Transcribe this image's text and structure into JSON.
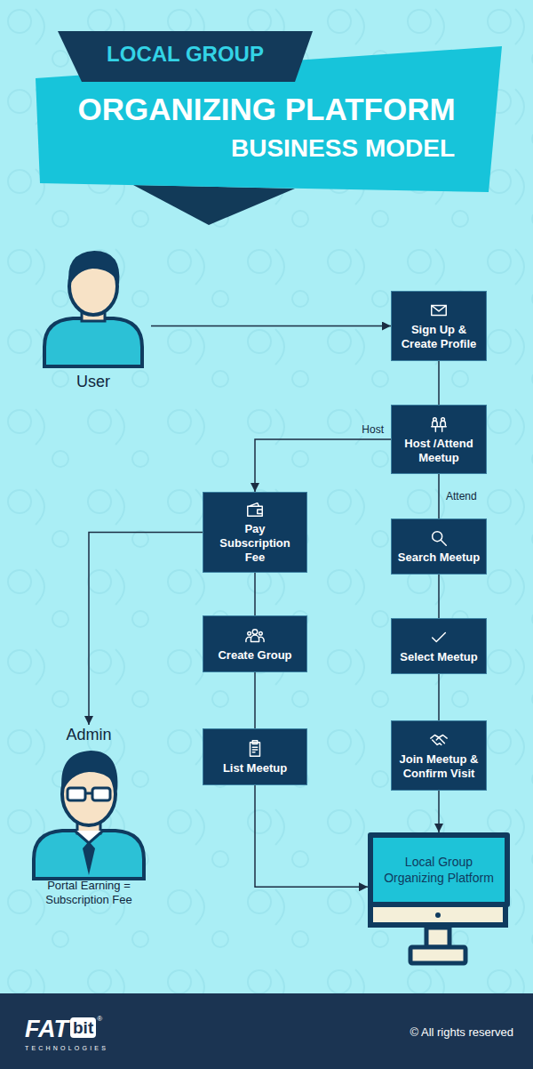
{
  "diagram": {
    "title": "ORGANIZING PLATFORM",
    "nodes": [
      {
        "text": [
          "User"
        ]
      },
      {
        "text": [
          "Sign Up & Create Profile"
        ]
      },
      {
        "text": [
          "Host /Attend Meetup"
        ]
      },
      {
        "text": [
          "Pay Subscription Fee"
        ]
      },
      {
        "text": [
          "Search Meetup"
        ]
      },
      {
        "text": [
          "Create Group"
        ]
      },
      {
        "text": [
          "Select Meetup"
        ]
      },
      {
        "text": [
          "List Meetup"
        ]
      },
      {
        "text": [
          "Join Meetup & Confirm Visit"
        ]
      },
      {
        "text": [
          "Admin",
          "Portal Earning = Subscription Fee"
        ]
      },
      {
        "text": [
          "Local Group Organizing Platform"
        ]
      }
    ],
    "edges": [
      {
        "from": 0,
        "to": 1,
        "arrow": "to"
      },
      {
        "from": 1,
        "to": 2,
        "arrow": "none"
      },
      {
        "from": 2,
        "to": 3,
        "label": "Host",
        "arrow": "to"
      },
      {
        "from": 2,
        "to": 4,
        "label": "Attend",
        "arrow": "none"
      },
      {
        "from": 3,
        "to": 5,
        "arrow": "none"
      },
      {
        "from": 5,
        "to": 7,
        "arrow": "none"
      },
      {
        "from": 3,
        "to": 9,
        "arrow": "to"
      },
      {
        "from": 4,
        "to": 6,
        "arrow": "none"
      },
      {
        "from": 6,
        "to": 8,
        "arrow": "none"
      },
      {
        "from": 8,
        "to": 10,
        "arrow": "to"
      },
      {
        "from": 7,
        "to": 10,
        "arrow": "to"
      }
    ],
    "labels": [
      "LOCAL GROUP",
      "BUSINESS MODEL",
      "FAT",
      "bit",
      "®",
      "TECHNOLOGIES",
      "© All rights reserved"
    ]
  }
}
